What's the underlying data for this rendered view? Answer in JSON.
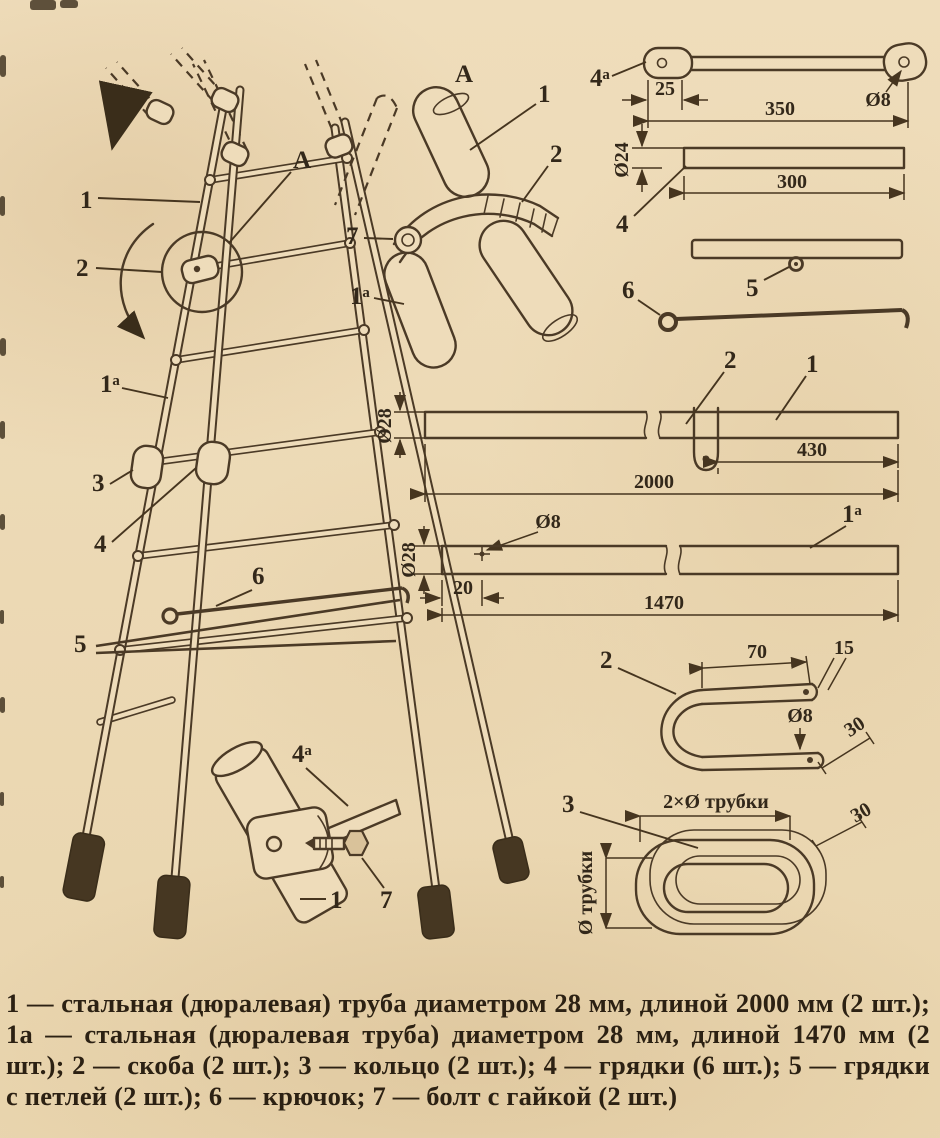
{
  "figure": {
    "ladder": {
      "label_1": "1",
      "label_2": "2",
      "label_1a": "1ᵃ",
      "label_3": "3",
      "label_4": "4",
      "label_5": "5",
      "label_6": "6",
      "label_A": "A"
    },
    "detail_a": {
      "title": "A",
      "label_1": "1",
      "label_2": "2",
      "label_7": "7",
      "label_1a": "1ᵃ"
    },
    "part_4a": {
      "label": "4ᵃ",
      "dim_25": "25",
      "dim_350": "350",
      "dia_8": "Ø8"
    },
    "part_4": {
      "label": "4",
      "dia_24": "Ø24",
      "dim_300": "300"
    },
    "part_5": {
      "label": "5"
    },
    "part_6": {
      "label": "6"
    },
    "part_1": {
      "label_2": "2",
      "label_1": "1",
      "dia_28": "Ø28",
      "dim_430": "430",
      "dim_2000": "2000"
    },
    "part_1a": {
      "label": "1ᵃ",
      "dia_8": "Ø8",
      "dia_28": "Ø28",
      "dim_20": "20",
      "dim_1470": "1470"
    },
    "part_2": {
      "label": "2",
      "dim_70": "70",
      "dim_15": "15",
      "dia_8": "Ø8",
      "dim_30": "30"
    },
    "part_3": {
      "label": "3",
      "dim_width": "2×Ø трубки",
      "dim_height": "Ø трубки",
      "dim_30": "30"
    },
    "detail_4a": {
      "label": "4ᵃ",
      "label_1": "1",
      "label_7": "7"
    }
  },
  "caption": {
    "text": "1 — стальная (дюралевая) труба диаметром 28 мм, длиной 2000 мм (2 шт.); 1а — стальная (дюралевая труба) диаметром 28 мм, длиной 1470 мм (2 шт.); 2 — скоба (2 шт.); 3 — кольцо (2 шт.); 4 — грядки (6 шт.); 5 — грядки с петлей (2 шт.); 6 — крючок; 7 — болт с гайкой (2 шт.)"
  }
}
